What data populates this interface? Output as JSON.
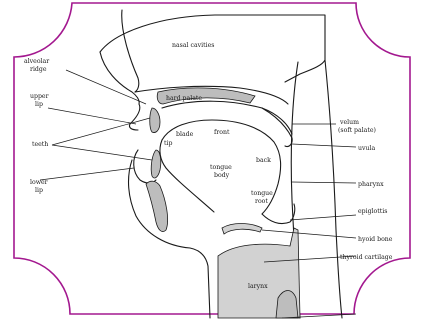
{
  "diagram": {
    "labels": {
      "nasal_cavities": "nasal cavities",
      "hard_palate": "hard palate",
      "alveolar_ridge_1": "alveolar",
      "alveolar_ridge_2": "ridge",
      "upper_lip_1": "upper",
      "upper_lip_2": "lip",
      "teeth": "teeth",
      "lower_lip_1": "lower",
      "lower_lip_2": "lip",
      "blade": "blade",
      "tip": "tip",
      "front": "front",
      "tongue_body_1": "tongue",
      "tongue_body_2": "body",
      "back": "back",
      "tongue_root_1": "tongue",
      "tongue_root_2": "root",
      "velum_1": "velum",
      "velum_2": "(soft palate)",
      "uvula": "uvula",
      "pharynx": "pharynx",
      "epiglottis": "epiglottis",
      "hyoid_bone": "hyoid bone",
      "thyroid_cartilage": "thyroid cartilage",
      "larynx": "larynx"
    },
    "colors": {
      "frame": "#a3188f",
      "outline": "#1a1a1a",
      "fill_gray": "#bdbdbd"
    }
  }
}
